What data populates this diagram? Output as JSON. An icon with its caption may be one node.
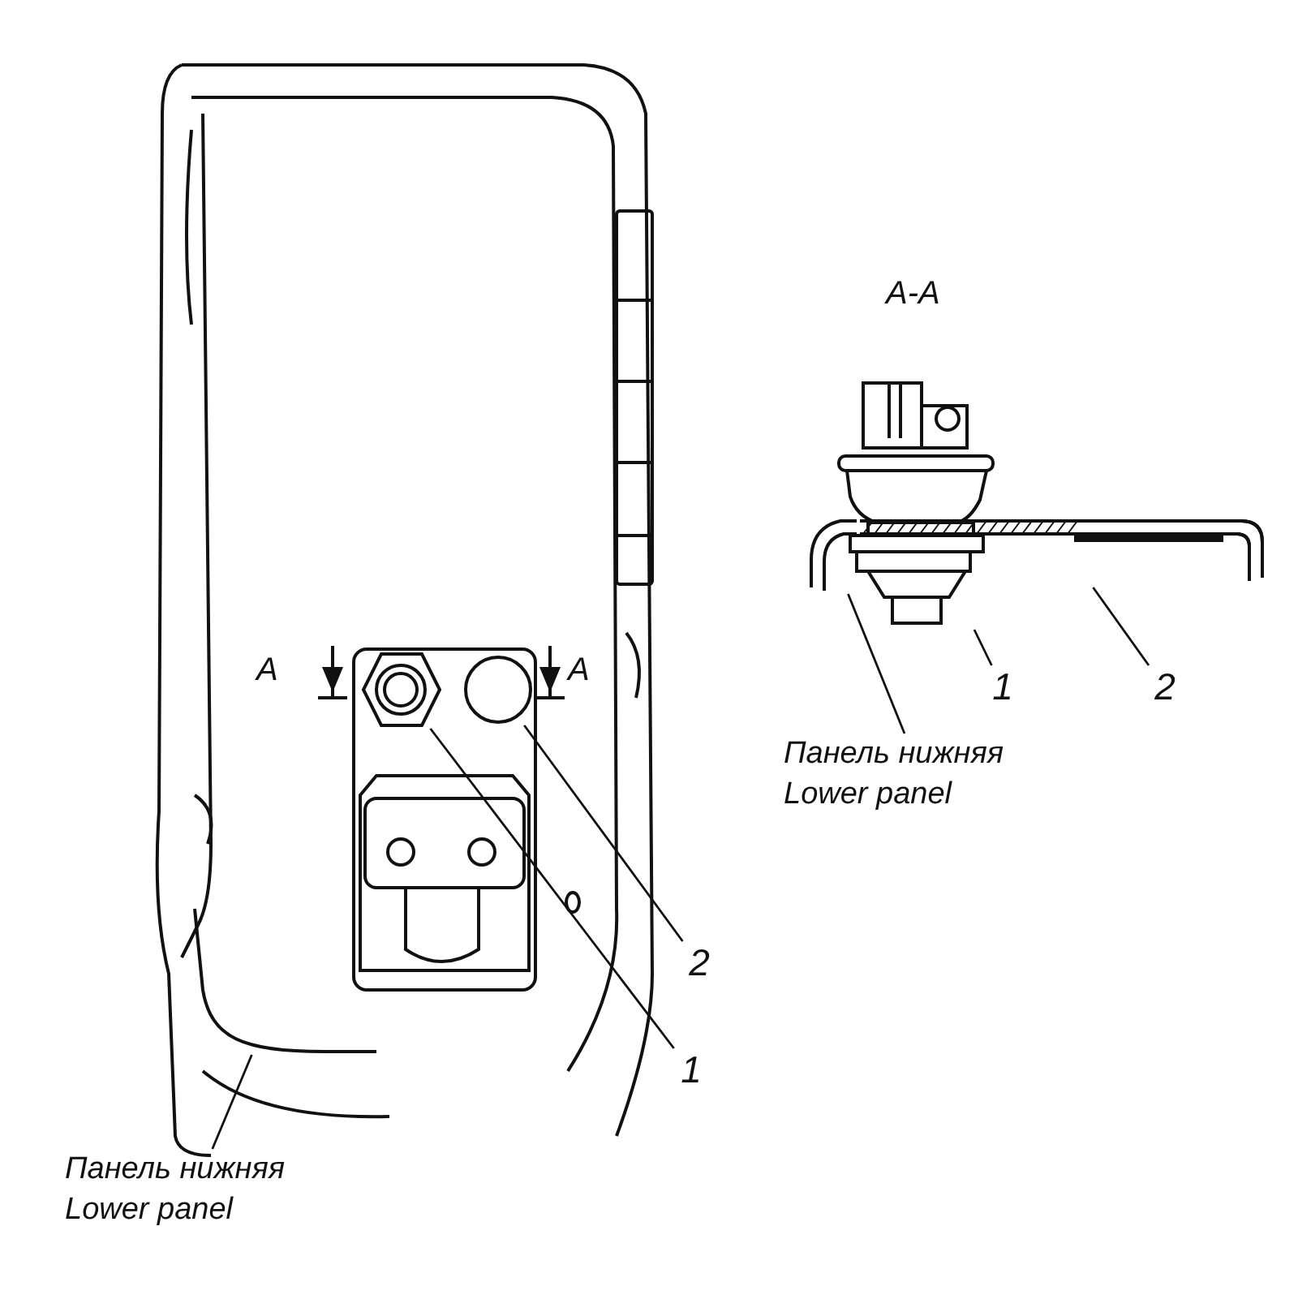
{
  "diagram": {
    "nodes": [
      {
        "text": [
          "Панель нижняя Lower panel"
        ]
      },
      {
        "text": [],
        "shape": "picture"
      },
      {
        "text": [
          "1"
        ]
      },
      {
        "text": [],
        "shape": "picture"
      },
      {
        "text": [
          "2"
        ]
      },
      {
        "text": [],
        "shape": "circle"
      },
      {
        "text": [
          "1"
        ]
      },
      {
        "text": [],
        "shape": "picture"
      },
      {
        "text": [
          "2"
        ]
      },
      {
        "text": [],
        "shape": "picture"
      },
      {
        "text": [
          "Панель нижняя Lower panel"
        ]
      },
      {
        "text": [],
        "shape": "picture"
      }
    ],
    "edges": [
      {
        "from": 0,
        "to": 1,
        "arrow": "none"
      },
      {
        "from": 2,
        "to": 3,
        "arrow": "none"
      },
      {
        "from": 4,
        "to": 5,
        "arrow": "none"
      },
      {
        "from": 6,
        "to": 7,
        "arrow": "none"
      },
      {
        "from": 8,
        "to": 9,
        "arrow": "none"
      },
      {
        "from": 10,
        "to": 11,
        "arrow": "none"
      }
    ],
    "labels": [
      "A-A",
      "A",
      "A"
    ]
  }
}
